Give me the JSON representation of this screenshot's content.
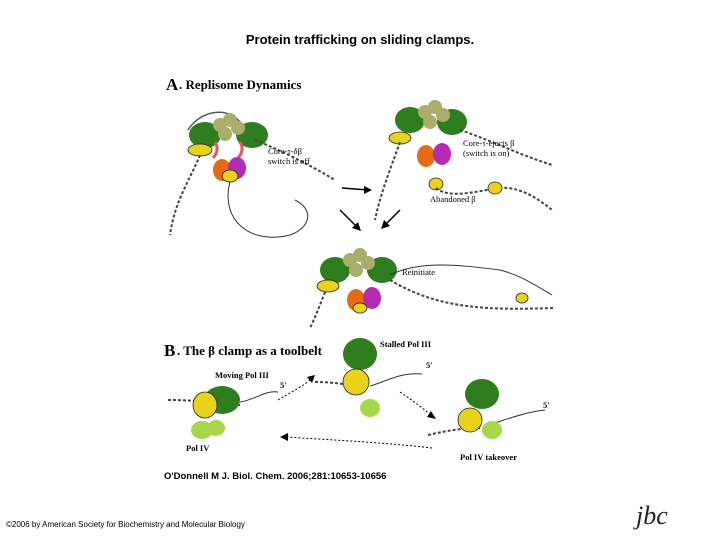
{
  "title": "Protein trafficking on sliding clamps.",
  "panel_a": {
    "letter": "A",
    "title": ". Replisome Dynamics",
    "switch_off_line1": "Core-τ-δβ",
    "switch_off_line2": "switch is off",
    "switch_on_line1": "Core-τ-ejects β",
    "switch_on_line2": "(switch is on)",
    "abandoned": "Abandoned β",
    "reinitiate": "Reinitiate"
  },
  "panel_b": {
    "letter": "B",
    "title": ". The β clamp as a toolbelt",
    "stalled": "Stalled Pol III",
    "moving": "Moving Pol III",
    "pol_iv": "Pol IV",
    "takeover": "Pol IV takeover",
    "five_prime": "5′"
  },
  "citation": "O'Donnell M J. Biol. Chem. 2006;281:10653-10656",
  "copyright": "©2006 by American Society for Biochemistry and Molecular Biology",
  "logo_text": "jbc",
  "colors": {
    "polymerase_green": "#2e7d1e",
    "clamp_yellow": "#e8d21c",
    "tau_orange": "#e66b12",
    "magenta": "#b52bb5",
    "pol_iv_lime": "#a8d84a",
    "clamp_loader_olive": "#a9ae6a"
  }
}
